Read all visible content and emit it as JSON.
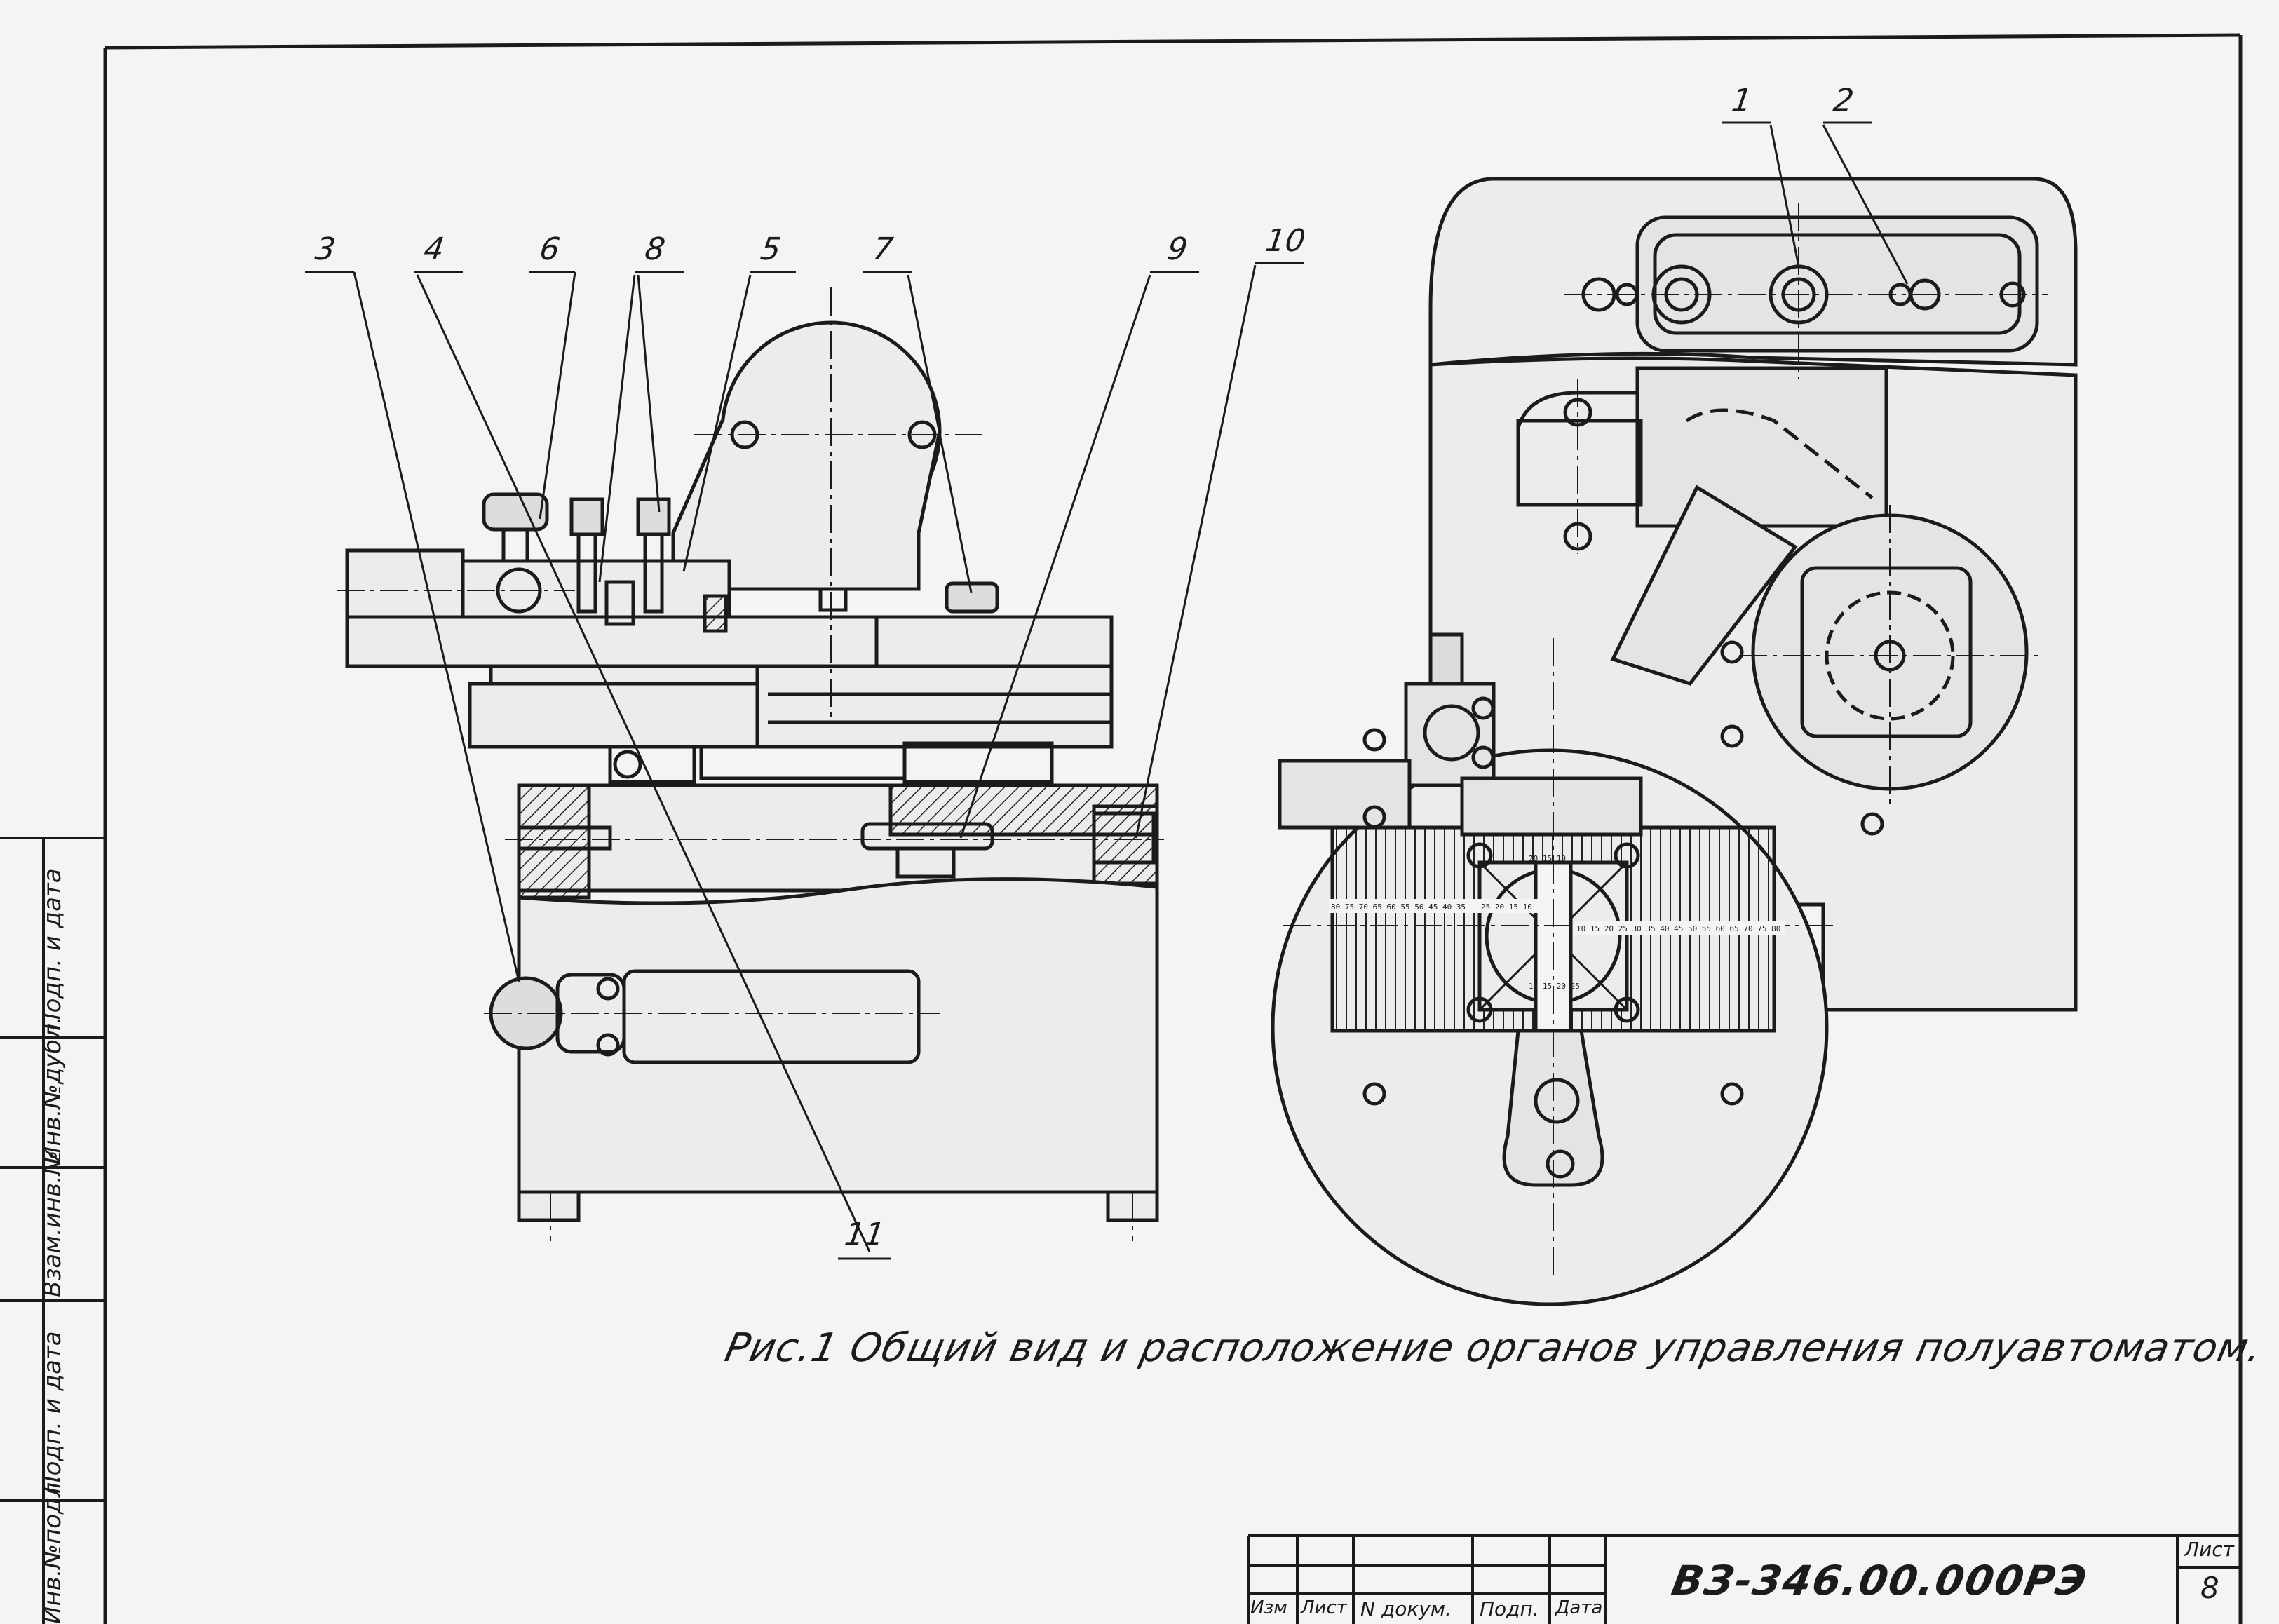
{
  "callouts": {
    "c1": "1",
    "c2": "2",
    "c3": "3",
    "c4": "4",
    "c5": "5",
    "c6": "6",
    "c7": "7",
    "c8": "8",
    "c9": "9",
    "c10": "10",
    "c11": "11"
  },
  "caption": "Рис.1 Общий вид и расположение органов управления полуавтоматом.",
  "side_stamp": {
    "podp_data_top": "Подп. и дата",
    "inv_dubl": "Инв.№дубл.",
    "vzam_inv": "Взам.инв.№",
    "podp_data_bottom": "Подп. и дата",
    "inv_podl": "Инв.№подл."
  },
  "title_block": {
    "izm": "Изм",
    "list": "Лист",
    "n_dokum": "N докум.",
    "podp": "Подп.",
    "data": "Дата",
    "doc_number": "ВЗ-346.00.000РЭ",
    "sheet_label": "Лист",
    "sheet_number": "8"
  },
  "scale_labels": {
    "horizontal_left": "80 75 70 65 60 55 50 45 40 35",
    "center_left": "25 20 15 10",
    "horizontal_right": "10 15 20 25 30 35 40 45 50 55 60 65 70 75 80",
    "vertical_top": "20 15 10",
    "vertical_bottom": "10 15 20 25"
  }
}
